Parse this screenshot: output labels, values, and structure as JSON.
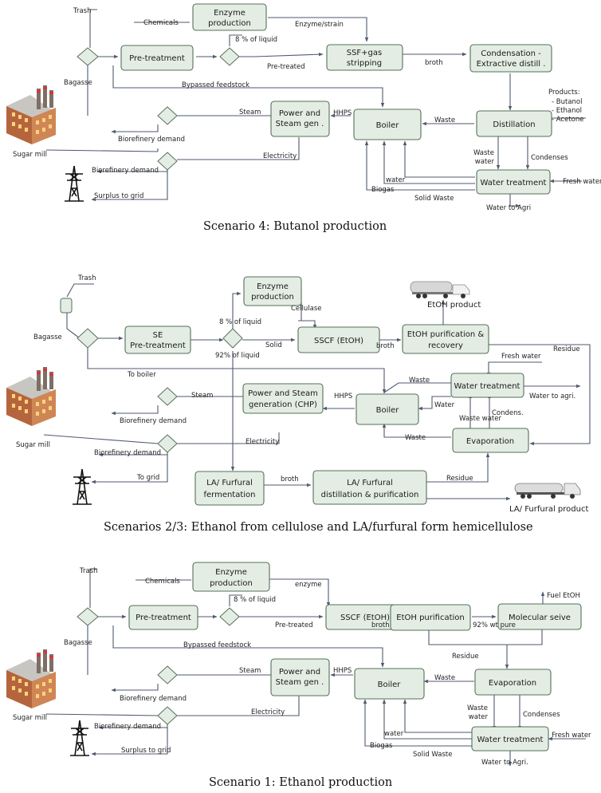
{
  "captions": {
    "s4": "Scenario 4: Butanol production",
    "s23": "Scenarios 2/3: Ethanol from cellulose and LA/furfural form hemicellulose",
    "s1": "Scenario 1: Ethanol production"
  },
  "s4": {
    "enzyme": [
      "Enzyme",
      "production"
    ],
    "pretreat": [
      "Pre-treatment"
    ],
    "ssf": [
      "SSF+gas",
      "stripping"
    ],
    "cond": [
      "Condensation -",
      "Extractive distill ."
    ],
    "power": [
      "Power and",
      "Steam gen ."
    ],
    "boiler": [
      "Boiler"
    ],
    "dist": [
      "Distillation"
    ],
    "water": [
      "Water treatment"
    ],
    "labels": {
      "trash": "Trash",
      "chemicals": "Chemicals",
      "enzyme_strain": "Enzyme/strain",
      "pct8": "8 % of liquid",
      "pretreated": "Pre-treated",
      "broth": "broth",
      "bagasse": "Bagasse",
      "bypassed": "Bypassed feedstock",
      "products": "Products:",
      "butanol": "- Butanol",
      "ethanol": "- Ethanol",
      "acetone": "- Acetone",
      "steam": "Steam",
      "hhps": "HHPS",
      "waste": "Waste",
      "biorefinery1": "Biorefinery demand",
      "electricity": "Electricity",
      "biorefinery2": "Biorefinery demand",
      "waste_water": [
        "Waste",
        "water"
      ],
      "condenses": "Condenses",
      "water": "water",
      "biogas": "Biogas",
      "surplus": "Surplus to grid",
      "solid_waste": "Solid Waste",
      "fresh_water": "Fresh water",
      "water_agri": "Water to Agri",
      "sugar_mill": "Sugar mill"
    }
  },
  "s23": {
    "enzyme": [
      "Enzyme",
      "production"
    ],
    "se": [
      "SE",
      "Pre-treatment"
    ],
    "sscf": [
      "SSCF (EtOH)"
    ],
    "purif": [
      "EtOH purification &",
      "recovery"
    ],
    "water": [
      "Water treatment"
    ],
    "power": [
      "Power and Steam",
      "generation (CHP)"
    ],
    "boiler": [
      "Boiler"
    ],
    "evap": [
      "Evaporation"
    ],
    "laferm": [
      "LA/ Furfural",
      "fermentation"
    ],
    "ladist": [
      "LA/ Furfural",
      "distillation & purification"
    ],
    "labels": {
      "trash": "Trash",
      "bagasse": "Bagasse",
      "cellulase": "Cellulase",
      "pct8": "8 % of liquid",
      "solid": "Solid",
      "pct92": "92% of liquid",
      "broth": "broth",
      "etoh_product": "EtOH product",
      "residue": "Residue",
      "to_boiler": "To boiler",
      "fresh_water": "Fresh water",
      "waste": "Waste",
      "water_agri": "Water to agri.",
      "steam": "Steam",
      "hhps": "HHPS",
      "water": "Water",
      "condens": "Condens.",
      "waste_water": "Waste water",
      "biorefinery1": "Biorefinery demand",
      "electricity": "Electricity",
      "waste2": "Waste",
      "biorefinery2": "Biorefinery demand",
      "broth2": "broth",
      "residue2": "Residue",
      "to_grid": "To grid",
      "la_product": "LA/ Furfural product",
      "sugar_mill": "Sugar mill"
    }
  },
  "s1": {
    "enzyme": [
      "Enzyme",
      "production"
    ],
    "pretreat": [
      "Pre-treatment"
    ],
    "sscf": [
      "SSCF (EtOH)"
    ],
    "purif": [
      "EtOH purification"
    ],
    "mol": [
      "Molecular seive"
    ],
    "power": [
      "Power and",
      "Steam gen ."
    ],
    "boiler": [
      "Boiler"
    ],
    "evap": [
      "Evaporation"
    ],
    "water": [
      "Water treatment"
    ],
    "labels": {
      "trash": "Trash",
      "chemicals": "Chemicals",
      "enzyme": "enzyme",
      "pct8": "8 % of liquid",
      "fuel_etoh": "Fuel EtOH",
      "pretreated": "Pre-treated",
      "broth": "broth",
      "pure92": "92% wt pure",
      "bagasse": "Bagasse",
      "bypassed": "Bypassed feedstock",
      "residue": "Residue",
      "steam": "Steam",
      "hhps": "HHPS",
      "waste": "Waste",
      "biorefinery1": "Biorefinery demand",
      "electricity": "Electricity",
      "waste_water": [
        "Waste",
        "water"
      ],
      "condenses": "Condenses",
      "biorefinery2": "Biorefinery demand",
      "water": "water",
      "biogas": "Biogas",
      "fresh_water": "Fresh water",
      "surplus": "Surplus to grid",
      "solid_waste": "Solid Waste",
      "water_agri": "Water to Agri.",
      "sugar_mill": "Sugar mill"
    }
  }
}
